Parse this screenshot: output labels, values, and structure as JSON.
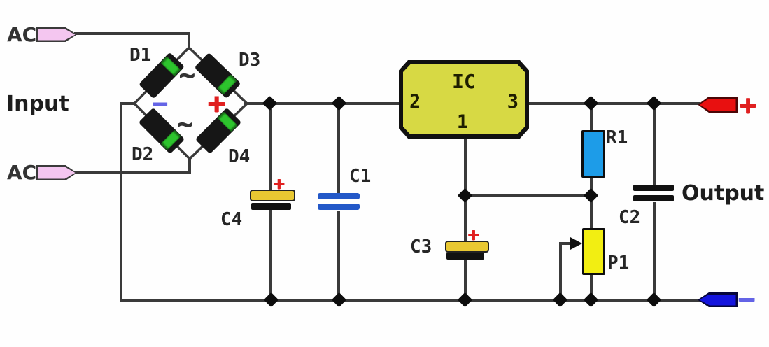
{
  "labels": {
    "input": "Input",
    "output": "Output",
    "ac_top": "AC",
    "ac_bottom": "AC"
  },
  "bridge": {
    "d1": "D1",
    "d2": "D2",
    "d3": "D3",
    "d4": "D4",
    "minus": "−",
    "plus": "+",
    "wave_top": "~",
    "wave_bottom": "~"
  },
  "ic": {
    "name": "IC",
    "pin_1": "1",
    "pin_2": "2",
    "pin_3": "3"
  },
  "capacitors": {
    "c1": "C1",
    "c2": "C2",
    "c3": "C3",
    "c4": "C4",
    "c3_plus": "+",
    "c4_plus": "+"
  },
  "resistor": {
    "r1": "R1"
  },
  "potentiometer": {
    "p1": "P1"
  },
  "output_terminals": {
    "plus": "+",
    "minus": "−"
  },
  "colors": {
    "background": "#fefefe",
    "wire": "#3a3a3a",
    "junction": "#0d0d0d",
    "diodeBody": "#161616",
    "diodeStripe": "#2dc42d",
    "icFill": "#d7d944",
    "icBorder": "#101010",
    "icText": "#1e1e00",
    "r1Blue": "#1d9ce8",
    "p1Yellow": "#f2ee12",
    "capBlue": "#2358c8",
    "elcoGold": "#e9c832",
    "plateBlack": "#111111",
    "pinkTerminal": "#f4c6f0",
    "redTerminal": "#e81010",
    "blueTerminal": "#1414dd",
    "plusRed": "#e02020",
    "minusBlue": "#6464e6",
    "labelColor": "#262626"
  }
}
